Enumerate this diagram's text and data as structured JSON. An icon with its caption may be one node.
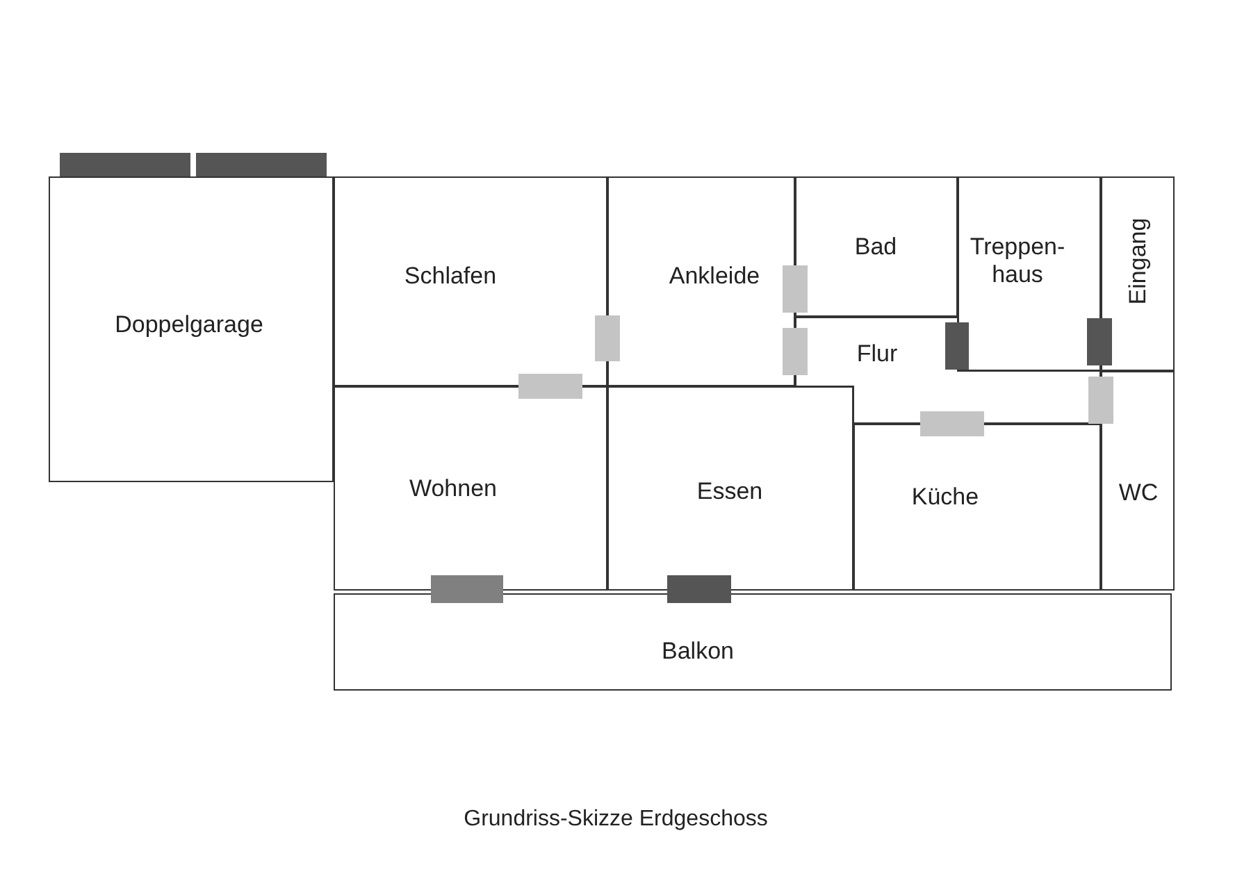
{
  "diagram": {
    "caption": "Grundriss-Skizze Erdgeschoss",
    "nodes": [
      {
        "text": [
          "Doppelgarage"
        ]
      },
      {
        "text": [
          "Schlafen"
        ]
      },
      {
        "text": [
          "Ankleide"
        ]
      },
      {
        "text": [
          "Bad"
        ]
      },
      {
        "text": [
          "Treppen- haus"
        ]
      },
      {
        "text": [
          "Eingang"
        ]
      },
      {
        "text": [
          "Flur"
        ]
      },
      {
        "text": [
          "Wohnen"
        ]
      },
      {
        "text": [
          "Essen"
        ]
      },
      {
        "text": [
          "Küche"
        ]
      },
      {
        "text": [
          "WC"
        ]
      },
      {
        "text": [
          "Balkon"
        ]
      },
      {
        "text": [],
        "shape": "bar"
      },
      {
        "text": [],
        "shape": "bar"
      }
    ],
    "edges": []
  }
}
